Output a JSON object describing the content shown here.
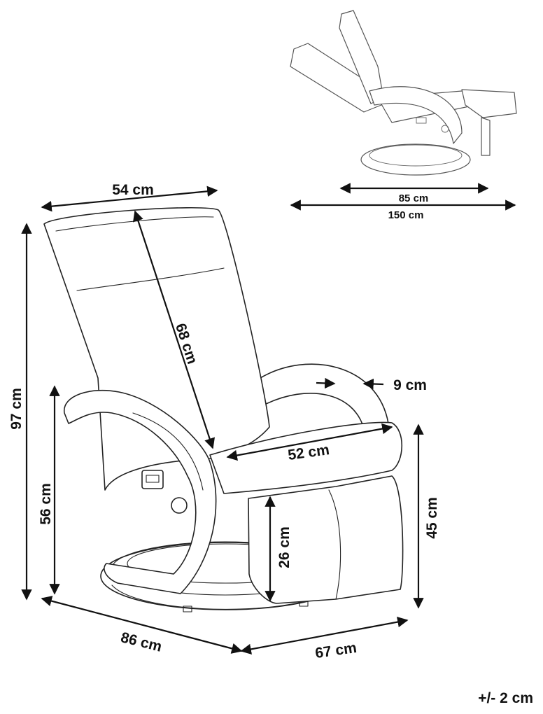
{
  "dimensions": {
    "width": "54 cm",
    "backrest_length": "68 cm",
    "total_height": "97 cm",
    "armrest_height": "56 cm",
    "armrest_width": "9 cm",
    "seat_width": "52 cm",
    "seat_height": "45 cm",
    "footrest_height": "26 cm",
    "depth": "86 cm",
    "footrest_depth": "67 cm",
    "reclined_depth": "85 cm",
    "reclined_length": "150 cm"
  },
  "tolerance": "+/- 2 cm",
  "colors": {
    "ink": "#111111",
    "background": "#ffffff"
  }
}
